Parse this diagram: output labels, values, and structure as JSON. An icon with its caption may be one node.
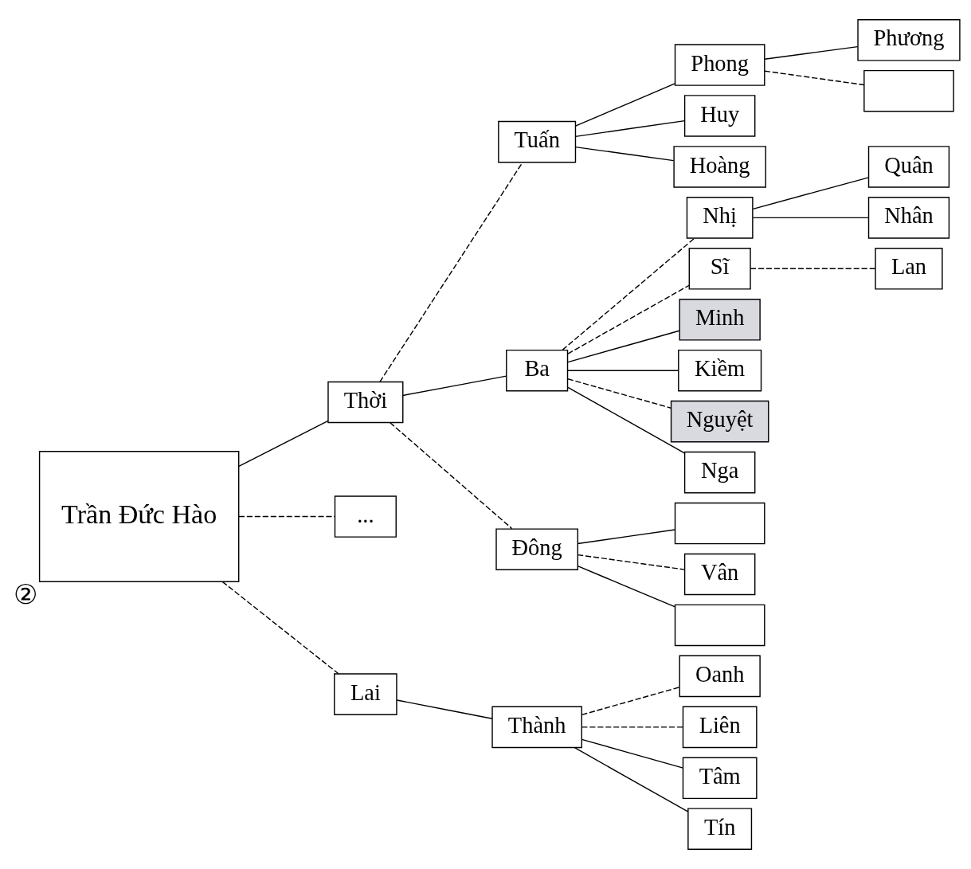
{
  "diagram": {
    "nodes": [
      {
        "text": [
          "Trần Đức Hào"
        ],
        "beside": [
          "②"
        ]
      },
      {
        "text": [
          "Thời"
        ]
      },
      {
        "text": [
          "..."
        ]
      },
      {
        "text": [
          "Lai"
        ]
      },
      {
        "text": [
          "Tuấn"
        ]
      },
      {
        "text": [
          "Ba"
        ]
      },
      {
        "text": [
          "Đông"
        ]
      },
      {
        "text": [
          "Thành"
        ]
      },
      {
        "text": [
          "Phong"
        ]
      },
      {
        "text": [
          "Huy"
        ]
      },
      {
        "text": [
          "Hoàng"
        ]
      },
      {
        "text": [
          "Nhị"
        ]
      },
      {
        "text": [
          "Sĩ"
        ]
      },
      {
        "text": [
          "Minh"
        ]
      },
      {
        "text": [
          "Kiềm"
        ]
      },
      {
        "text": [
          "Nguyệt"
        ]
      },
      {
        "text": [
          "Nga"
        ]
      },
      {
        "text": [],
        "shape": "box"
      },
      {
        "text": [
          "Vân"
        ]
      },
      {
        "text": [],
        "shape": "box"
      },
      {
        "text": [
          "Oanh"
        ]
      },
      {
        "text": [
          "Liên"
        ]
      },
      {
        "text": [
          "Tâm"
        ]
      },
      {
        "text": [
          "Tín"
        ]
      },
      {
        "text": [
          "Phương"
        ]
      },
      {
        "text": [],
        "shape": "box"
      },
      {
        "text": [
          "Quân"
        ]
      },
      {
        "text": [
          "Nhân"
        ]
      },
      {
        "text": [
          "Lan"
        ]
      }
    ],
    "edges": [
      {
        "from": 0,
        "to": 1,
        "arrow": "none"
      },
      {
        "from": 0,
        "to": 2,
        "arrow": "none",
        "style": "dashed"
      },
      {
        "from": 0,
        "to": 3,
        "arrow": "none",
        "style": "dashed"
      },
      {
        "from": 1,
        "to": 4,
        "arrow": "none",
        "style": "dashed"
      },
      {
        "from": 1,
        "to": 5,
        "arrow": "none"
      },
      {
        "from": 1,
        "to": 6,
        "arrow": "none",
        "style": "dashed"
      },
      {
        "from": 3,
        "to": 7,
        "arrow": "none"
      },
      {
        "from": 4,
        "to": 8,
        "arrow": "none"
      },
      {
        "from": 4,
        "to": 9,
        "arrow": "none"
      },
      {
        "from": 4,
        "to": 10,
        "arrow": "none"
      },
      {
        "from": 5,
        "to": 11,
        "arrow": "none",
        "style": "dashed"
      },
      {
        "from": 5,
        "to": 12,
        "arrow": "none",
        "style": "dashed"
      },
      {
        "from": 5,
        "to": 13,
        "arrow": "none"
      },
      {
        "from": 5,
        "to": 14,
        "arrow": "none"
      },
      {
        "from": 5,
        "to": 15,
        "arrow": "none",
        "style": "dashed"
      },
      {
        "from": 5,
        "to": 16,
        "arrow": "none"
      },
      {
        "from": 6,
        "to": 17,
        "arrow": "none"
      },
      {
        "from": 6,
        "to": 18,
        "arrow": "none",
        "style": "dashed"
      },
      {
        "from": 6,
        "to": 19,
        "arrow": "none"
      },
      {
        "from": 7,
        "to": 20,
        "arrow": "none",
        "style": "dashed"
      },
      {
        "from": 7,
        "to": 21,
        "arrow": "none",
        "style": "dashed"
      },
      {
        "from": 7,
        "to": 22,
        "arrow": "none"
      },
      {
        "from": 7,
        "to": 23,
        "arrow": "none"
      },
      {
        "from": 8,
        "to": 24,
        "arrow": "none"
      },
      {
        "from": 8,
        "to": 25,
        "arrow": "none",
        "style": "dashed"
      },
      {
        "from": 11,
        "to": 26,
        "arrow": "none"
      },
      {
        "from": 11,
        "to": 27,
        "arrow": "none"
      },
      {
        "from": 12,
        "to": 28,
        "arrow": "none",
        "style": "dashed"
      }
    ]
  }
}
